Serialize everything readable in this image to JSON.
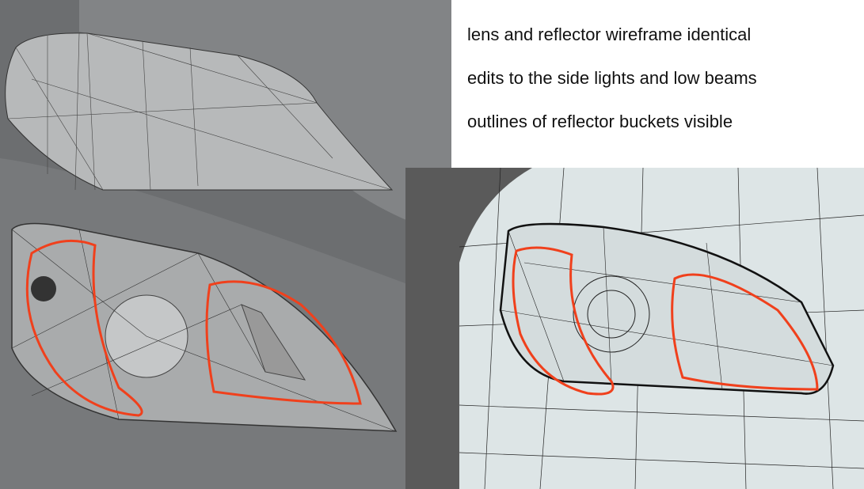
{
  "notes": [
    "lens and reflector wireframe identical",
    "edits to the side lights and low beams",
    "outlines of reflector buckets visible"
  ],
  "colors": {
    "viewport": "#6f7173",
    "mesh": "#b8babb",
    "annotation": "#f0401c",
    "render_bg": "#dde5e6"
  }
}
